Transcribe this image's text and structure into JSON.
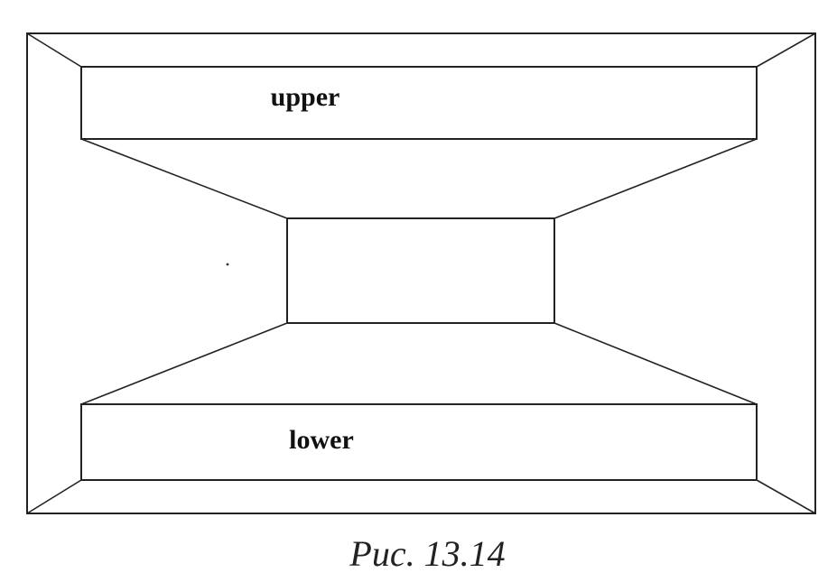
{
  "diagram": {
    "upper_label": "upper",
    "lower_label": "lower"
  },
  "caption": "Рис. 13.14"
}
